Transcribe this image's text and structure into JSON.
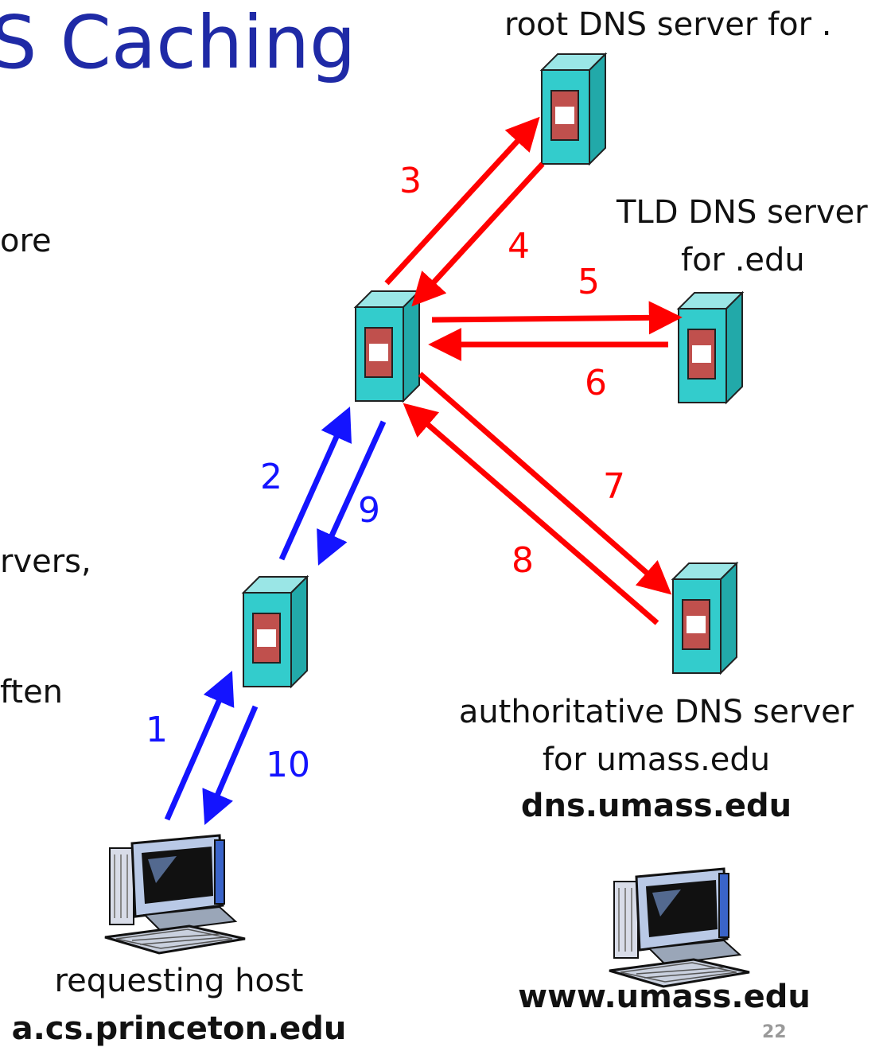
{
  "title": "S Caching",
  "cutoff_text": [
    "ore",
    "rvers,",
    "ften"
  ],
  "servers": {
    "root": {
      "label": "root DNS server for ."
    },
    "tld": {
      "label_line1": "TLD DNS server",
      "label_line2": "for .edu"
    },
    "authoritative": {
      "label_line1": "authoritative DNS server",
      "label_line2": "for umass.edu",
      "label_line3": "dns.umass.edu"
    }
  },
  "hosts": {
    "requesting": {
      "label_line1": "requesting host",
      "label_line2": "a.cs.princeton.edu"
    },
    "destination": {
      "label": "www.umass.edu"
    }
  },
  "steps": [
    "1",
    "2",
    "3",
    "4",
    "5",
    "6",
    "7",
    "8",
    "9",
    "10"
  ],
  "colors": {
    "title": "#1f2aa6",
    "iterative_arrows": "#ff0000",
    "recursive_arrows": "#1414ff",
    "server_body": "#33cccc",
    "server_panel": "#c0504d"
  },
  "page_number": "22"
}
